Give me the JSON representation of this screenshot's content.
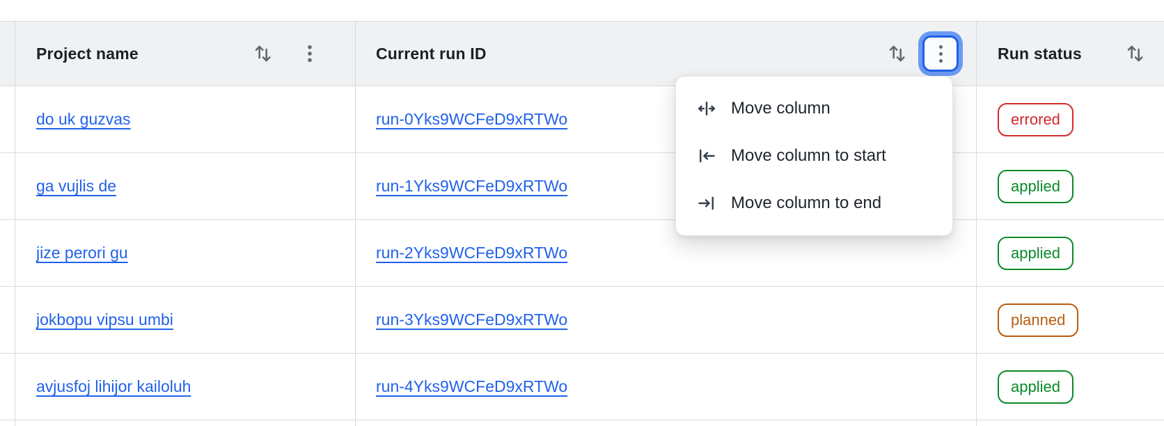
{
  "table": {
    "columns": [
      {
        "id": "project",
        "label": "Project name"
      },
      {
        "id": "run_id",
        "label": "Current run ID"
      },
      {
        "id": "run_status",
        "label": "Run status"
      }
    ],
    "rows": [
      {
        "project": "do uk guzvas",
        "run_id": "run-0Yks9WCFeD9xRTWo",
        "status": "errored"
      },
      {
        "project": "ga vujlis de",
        "run_id": "run-1Yks9WCFeD9xRTWo",
        "status": "applied"
      },
      {
        "project": "jize perori gu",
        "run_id": "run-2Yks9WCFeD9xRTWo",
        "status": "applied"
      },
      {
        "project": "jokbopu vipsu umbi",
        "run_id": "run-3Yks9WCFeD9xRTWo",
        "status": "planned"
      },
      {
        "project": "avjusfoj lihijor kailoluh",
        "run_id": "run-4Yks9WCFeD9xRTWo",
        "status": "applied"
      }
    ]
  },
  "column_menu": {
    "items": [
      {
        "label": "Move column",
        "icon": "move-column-icon"
      },
      {
        "label": "Move column to start",
        "icon": "move-column-to-start-icon"
      },
      {
        "label": "Move column to end",
        "icon": "move-column-to-end-icon"
      }
    ]
  },
  "colors": {
    "link": "#2161eb",
    "status_errored": "#d5282b",
    "status_applied": "#0a8a28",
    "status_planned": "#b75c0e",
    "focus_ring": "#1e5fe6",
    "header_bg": "#eff1f3"
  }
}
